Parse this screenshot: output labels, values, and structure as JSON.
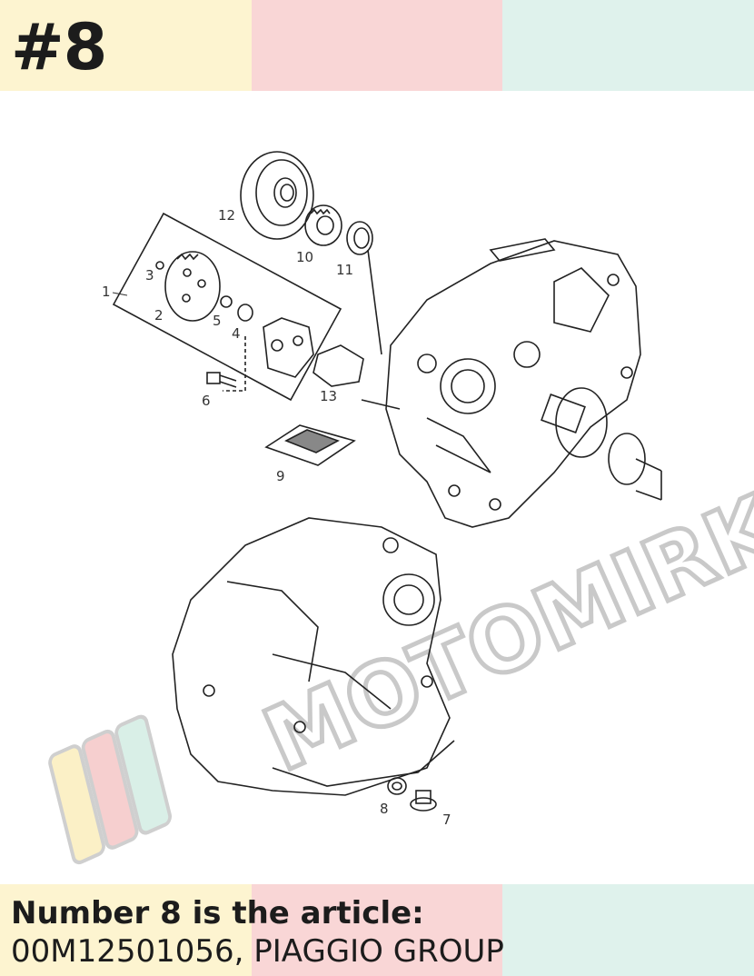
{
  "badge": "#8",
  "caption": {
    "line1": "Number 8 is the article:",
    "line2": "00M12501056, PIAGGIO GROUP"
  },
  "diagram": {
    "callouts": [
      "1",
      "2",
      "3",
      "4",
      "5",
      "6",
      "7",
      "8",
      "9",
      "10",
      "11",
      "12",
      "13"
    ],
    "watermark": "MOTOMIRKA"
  },
  "colors": {
    "band_yellow": "#fdf4d0",
    "band_pink": "#f9d6d6",
    "band_mint": "#dff2ec",
    "text": "#1c1c1c"
  }
}
